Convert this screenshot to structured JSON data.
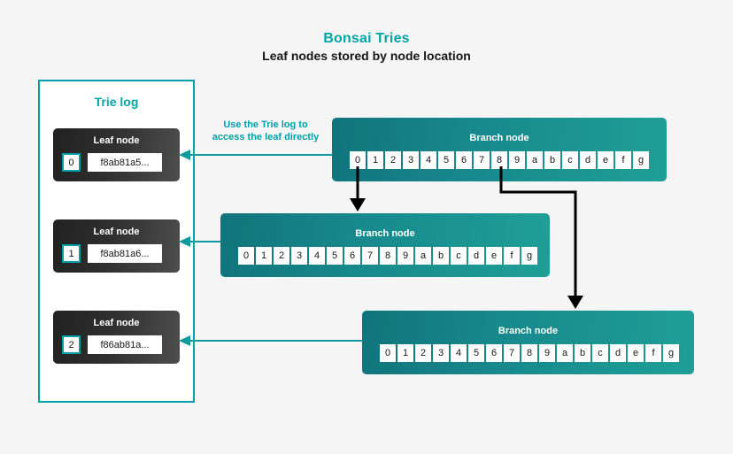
{
  "header": {
    "title": "Bonsai Tries",
    "subtitle": "Leaf nodes stored by node location"
  },
  "trie_log": {
    "panel_label": "Trie log",
    "leaf_node_label": "Leaf node",
    "leaves": [
      {
        "index": "0",
        "hash": "f8ab81a5..."
      },
      {
        "index": "1",
        "hash": "f8ab81a6..."
      },
      {
        "index": "2",
        "hash": "f86ab81a..."
      }
    ]
  },
  "annotation": {
    "line1": "Use the Trie log to",
    "line2": "access the leaf directly"
  },
  "branch_nodes": [
    {
      "label": "Branch node",
      "cells": [
        "0",
        "1",
        "2",
        "3",
        "4",
        "5",
        "6",
        "7",
        "8",
        "9",
        "a",
        "b",
        "c",
        "d",
        "e",
        "f",
        "g"
      ]
    },
    {
      "label": "Branch node",
      "cells": [
        "0",
        "1",
        "2",
        "3",
        "4",
        "5",
        "6",
        "7",
        "8",
        "9",
        "a",
        "b",
        "c",
        "d",
        "e",
        "f",
        "g"
      ]
    },
    {
      "label": "Branch node",
      "cells": [
        "0",
        "1",
        "2",
        "3",
        "4",
        "5",
        "6",
        "7",
        "8",
        "9",
        "a",
        "b",
        "c",
        "d",
        "e",
        "f",
        "g"
      ]
    }
  ],
  "colors": {
    "accent_teal": "#00a6a6",
    "border_teal": "#00a0a8",
    "branch_gradient_start": "#10747b",
    "branch_gradient_end": "#1f9f97",
    "leaf_gradient_start": "#212121",
    "leaf_gradient_end": "#4e4e4e",
    "connector_black": "#000000",
    "background": "#f5f5f5"
  }
}
